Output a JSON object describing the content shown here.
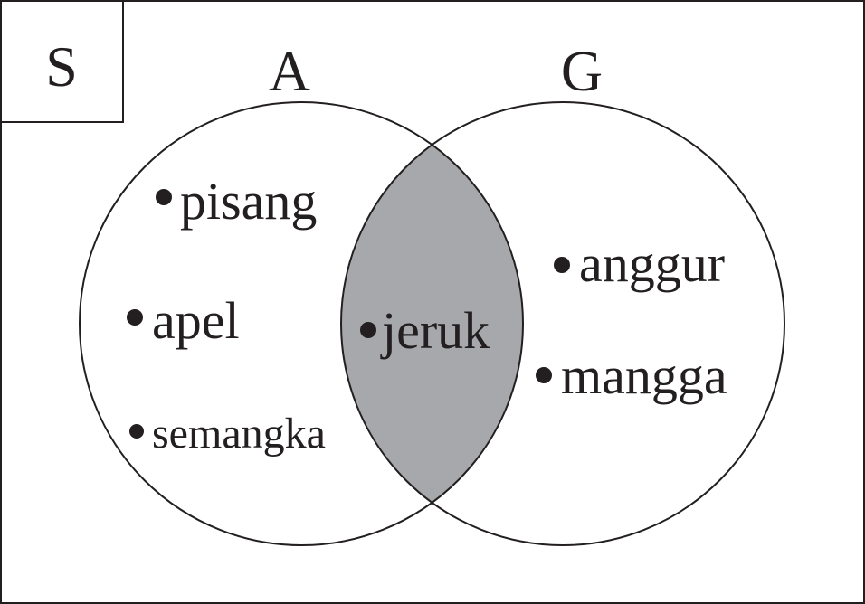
{
  "universal_set": {
    "label": "S"
  },
  "sets": [
    {
      "label": "A"
    },
    {
      "label": "G"
    }
  ],
  "items": {
    "only_a": [
      "pisang",
      "apel",
      "semangka"
    ],
    "intersection": [
      "jeruk"
    ],
    "only_g": [
      "anggur",
      "mangga"
    ]
  },
  "colors": {
    "stroke": "#231f20",
    "intersection_fill": "#a7a8ab",
    "background": "#ffffff"
  }
}
